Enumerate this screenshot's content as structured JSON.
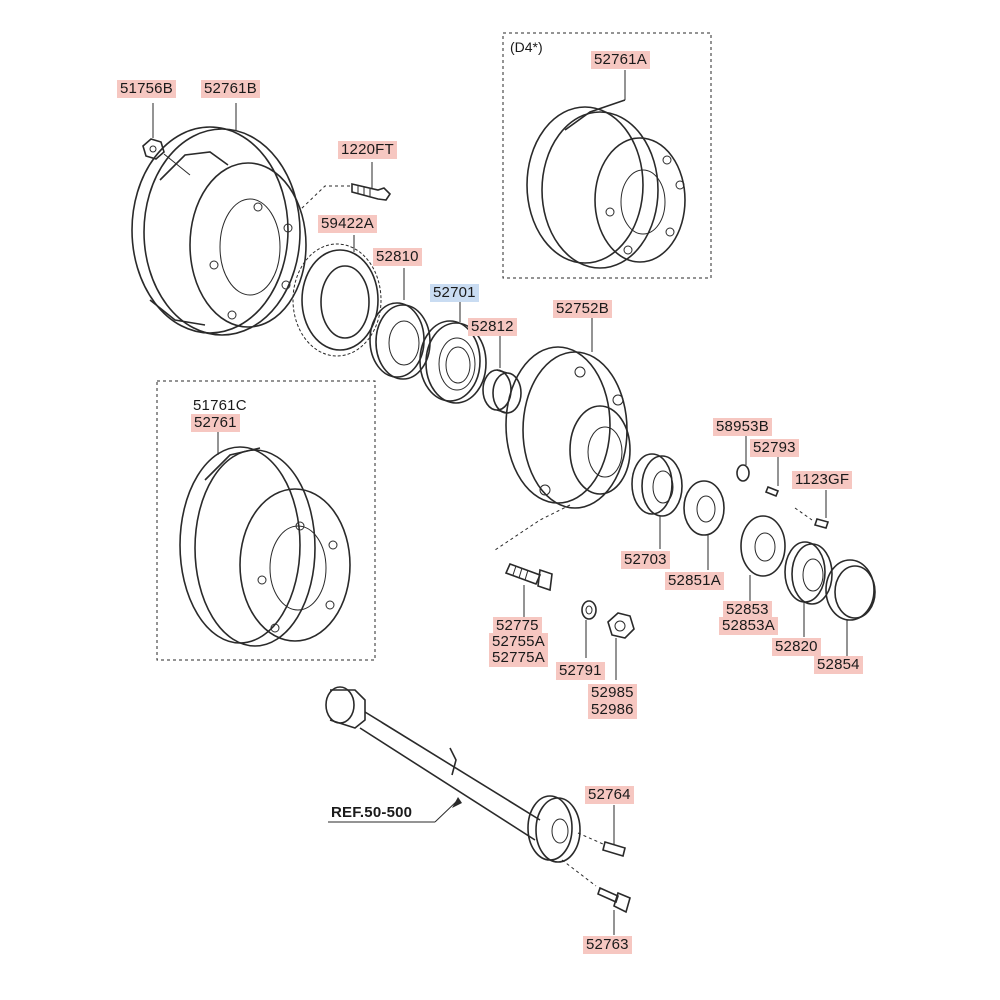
{
  "variant_tag": "(D4*)",
  "ref_label": "REF.50-500",
  "colors": {
    "part_highlight": "#f6c7c1",
    "selected_highlight": "#c9dcf2",
    "line": "#2a2a2a"
  },
  "parts": {
    "p51756B": "51756B",
    "p52761B": "52761B",
    "p1220FT": "1220FT",
    "p59422A": "59422A",
    "p52810": "52810",
    "p52701": "52701",
    "p52812": "52812",
    "p52752B": "52752B",
    "p52761A": "52761A",
    "p51761C": "51761C",
    "p52761": "52761",
    "p58953B": "58953B",
    "p52793": "52793",
    "p1123GF": "1123GF",
    "p52703": "52703",
    "p52851A": "52851A",
    "p52853": "52853",
    "p52853A": "52853A",
    "p52820": "52820",
    "p52854": "52854",
    "p52775": "52775",
    "p52755A": "52755A",
    "p52775A": "52775A",
    "p52791": "52791",
    "p52985": "52985",
    "p52986": "52986",
    "p52764": "52764",
    "p52763": "52763"
  }
}
